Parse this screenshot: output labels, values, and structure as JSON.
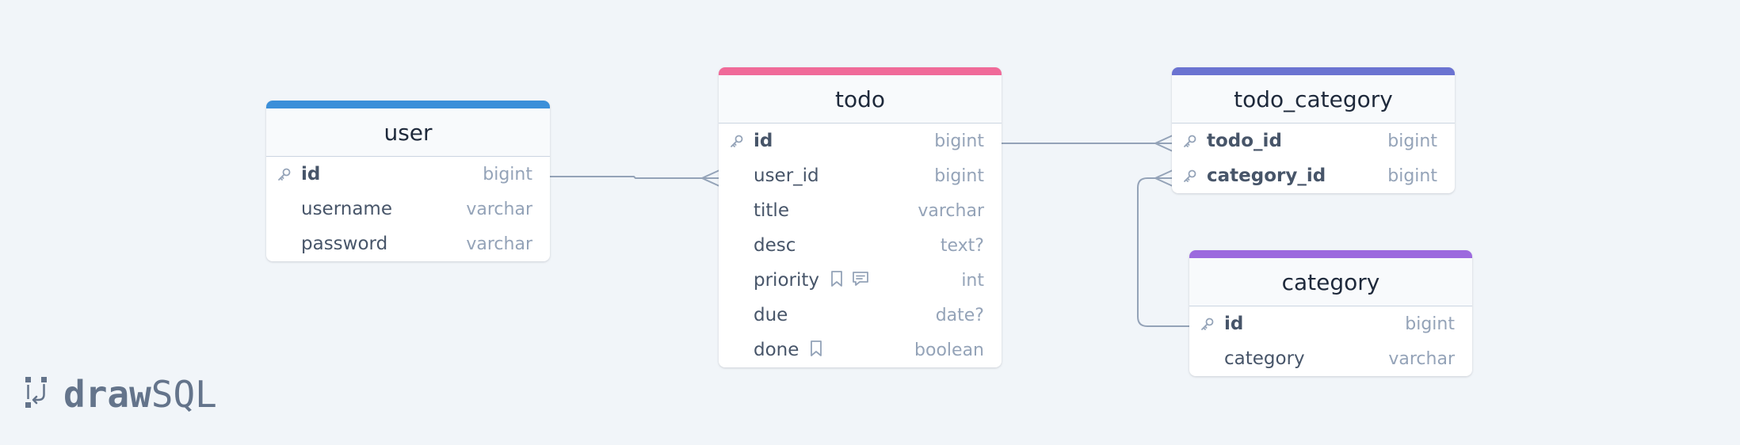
{
  "app": {
    "logo_text_draw": "draw",
    "logo_text_sql": "SQL"
  },
  "colors": {
    "background": "#f1f5f9",
    "user_bar": "#3b8fd9",
    "todo_bar": "#f06a99",
    "todo_category_bar": "#6b73d1",
    "category_bar": "#9c6ade",
    "connector": "#94a3b8"
  },
  "tables": {
    "user": {
      "title": "user",
      "columns": [
        {
          "name": "id",
          "type": "bigint",
          "primary_key": true
        },
        {
          "name": "username",
          "type": "varchar",
          "primary_key": false
        },
        {
          "name": "password",
          "type": "varchar",
          "primary_key": false
        }
      ]
    },
    "todo": {
      "title": "todo",
      "columns": [
        {
          "name": "id",
          "type": "bigint",
          "primary_key": true
        },
        {
          "name": "user_id",
          "type": "bigint",
          "primary_key": false
        },
        {
          "name": "title",
          "type": "varchar",
          "primary_key": false
        },
        {
          "name": "desc",
          "type": "text?",
          "primary_key": false
        },
        {
          "name": "priority",
          "type": "int",
          "primary_key": false,
          "icons": [
            "bookmark-icon",
            "comment-icon"
          ]
        },
        {
          "name": "due",
          "type": "date?",
          "primary_key": false
        },
        {
          "name": "done",
          "type": "boolean",
          "primary_key": false,
          "icons": [
            "bookmark-icon"
          ]
        }
      ]
    },
    "todo_category": {
      "title": "todo_category",
      "columns": [
        {
          "name": "todo_id",
          "type": "bigint",
          "primary_key": true
        },
        {
          "name": "category_id",
          "type": "bigint",
          "primary_key": true
        }
      ]
    },
    "category": {
      "title": "category",
      "columns": [
        {
          "name": "id",
          "type": "bigint",
          "primary_key": true
        },
        {
          "name": "category",
          "type": "varchar",
          "primary_key": false
        }
      ]
    }
  },
  "relationships": [
    {
      "from": "user.id",
      "to": "todo.user_id",
      "cardinality": "one-to-many"
    },
    {
      "from": "todo.id",
      "to": "todo_category.todo_id",
      "cardinality": "one-to-many"
    },
    {
      "from": "category.id",
      "to": "todo_category.category_id",
      "cardinality": "one-to-many"
    }
  ]
}
